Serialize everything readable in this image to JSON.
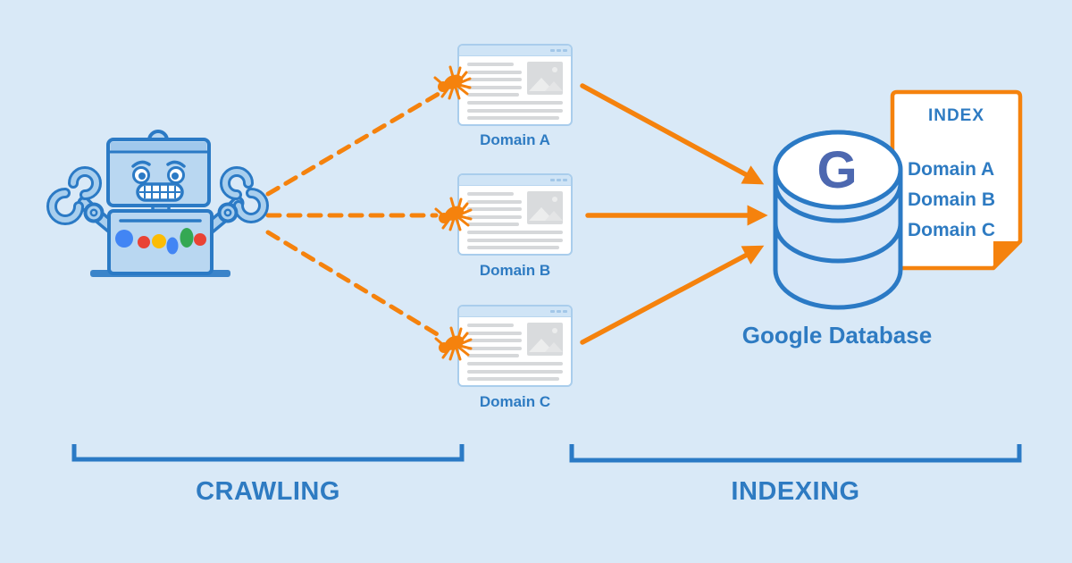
{
  "canvas": {
    "background": "#d9e9f7"
  },
  "colors": {
    "orange": "#f5820d",
    "blue_stroke": "#2b7ac5",
    "text_blue": "#2e7bc2",
    "g_letter": "#4d68b0",
    "card_border": "#a9cdec"
  },
  "icons": {
    "robot": "googlebot-robot-icon",
    "spider": "crawler-spider-icon",
    "webpage": "webpage-card-icon",
    "database": "database-cylinder-icon",
    "index_document": "index-document-icon"
  },
  "cards": [
    {
      "label": "Domain A"
    },
    {
      "label": "Domain B"
    },
    {
      "label": "Domain C"
    }
  ],
  "database": {
    "letter": "G",
    "label": "Google Database"
  },
  "index_doc": {
    "title": "INDEX",
    "entries": [
      "Domain A",
      "Domain B",
      "Domain C"
    ]
  },
  "stages": {
    "crawling": "CRAWLING",
    "indexing": "INDEXING"
  }
}
